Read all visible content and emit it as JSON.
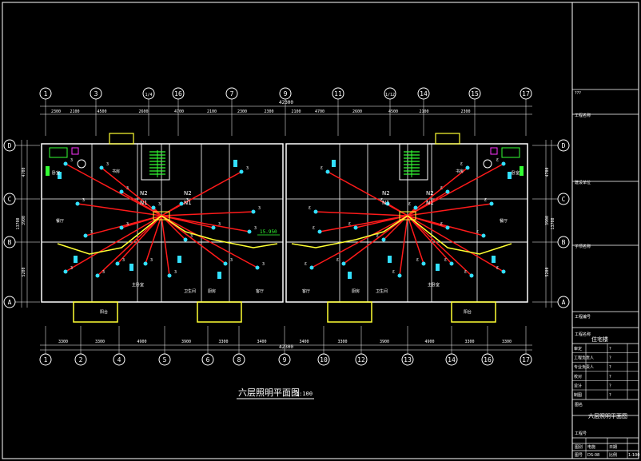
{
  "drawing": {
    "title": "六层照明平面图",
    "scale": "1:100",
    "total_dim": "42300",
    "annotation_level": "15.950",
    "room_labels": [
      "卧室",
      "书房",
      "餐厅",
      "阳台",
      "主卧室",
      "厨房",
      "卫生间",
      "客厅"
    ],
    "switch_labels": [
      "N1",
      "N2"
    ],
    "fixture_count_label": "3"
  },
  "axes": {
    "top": [
      "1",
      "3",
      "1/4",
      "16",
      "7",
      "9",
      "11",
      "1/12",
      "14",
      "15",
      "17"
    ],
    "bottom": [
      "1",
      "2",
      "4",
      "5",
      "6",
      "8",
      "9",
      "10",
      "12",
      "13",
      "14",
      "16",
      "17"
    ],
    "left": [
      "D",
      "C",
      "B",
      "A"
    ],
    "right": [
      "D",
      "C",
      "B",
      "A"
    ]
  },
  "dims": {
    "top": [
      "2300",
      "2100",
      "4500",
      "2600",
      "4700",
      "2100",
      "2300",
      "2300",
      "2100",
      "4700",
      "2600",
      "4500",
      "2100",
      "2300"
    ],
    "bottom": [
      "3300",
      "3300",
      "4900",
      "3900",
      "3300",
      "3400",
      "3400",
      "3300",
      "3900",
      "4900",
      "3300",
      "3300"
    ],
    "left": [
      "4700",
      "3900",
      "5200",
      "13700"
    ],
    "right": [
      "4700",
      "3900",
      "5200",
      "13700"
    ]
  },
  "title_block": {
    "rows": [
      "工程名称",
      "建设单位",
      "子项名称",
      "工程编号"
    ],
    "company": "???",
    "project_label": "工程名称",
    "project_name": "住宅楼",
    "sign_rows": [
      "审定",
      "工程负责人",
      "专业负责人",
      "校对",
      "设计",
      "制图"
    ],
    "sign_values": [
      "?",
      "?",
      "?",
      "?",
      "?",
      "?"
    ],
    "drawing_name_label": "图名",
    "drawing_name": "六层照明平面图",
    "footer": [
      [
        "工程号",
        "",
        "",
        ""
      ],
      [
        "图别",
        "电施",
        "日期",
        ""
      ],
      [
        "图号",
        "DS-08",
        "比例",
        "1:100"
      ]
    ]
  },
  "colors": {
    "background": "#000000",
    "wall": "#ffffff",
    "wiring_red": "#ff1a1a",
    "wiring_yellow": "#ffff33",
    "fixtures_cyan": "#33e0ff",
    "stair_green": "#33ff33",
    "magenta": "#ff33ff"
  }
}
